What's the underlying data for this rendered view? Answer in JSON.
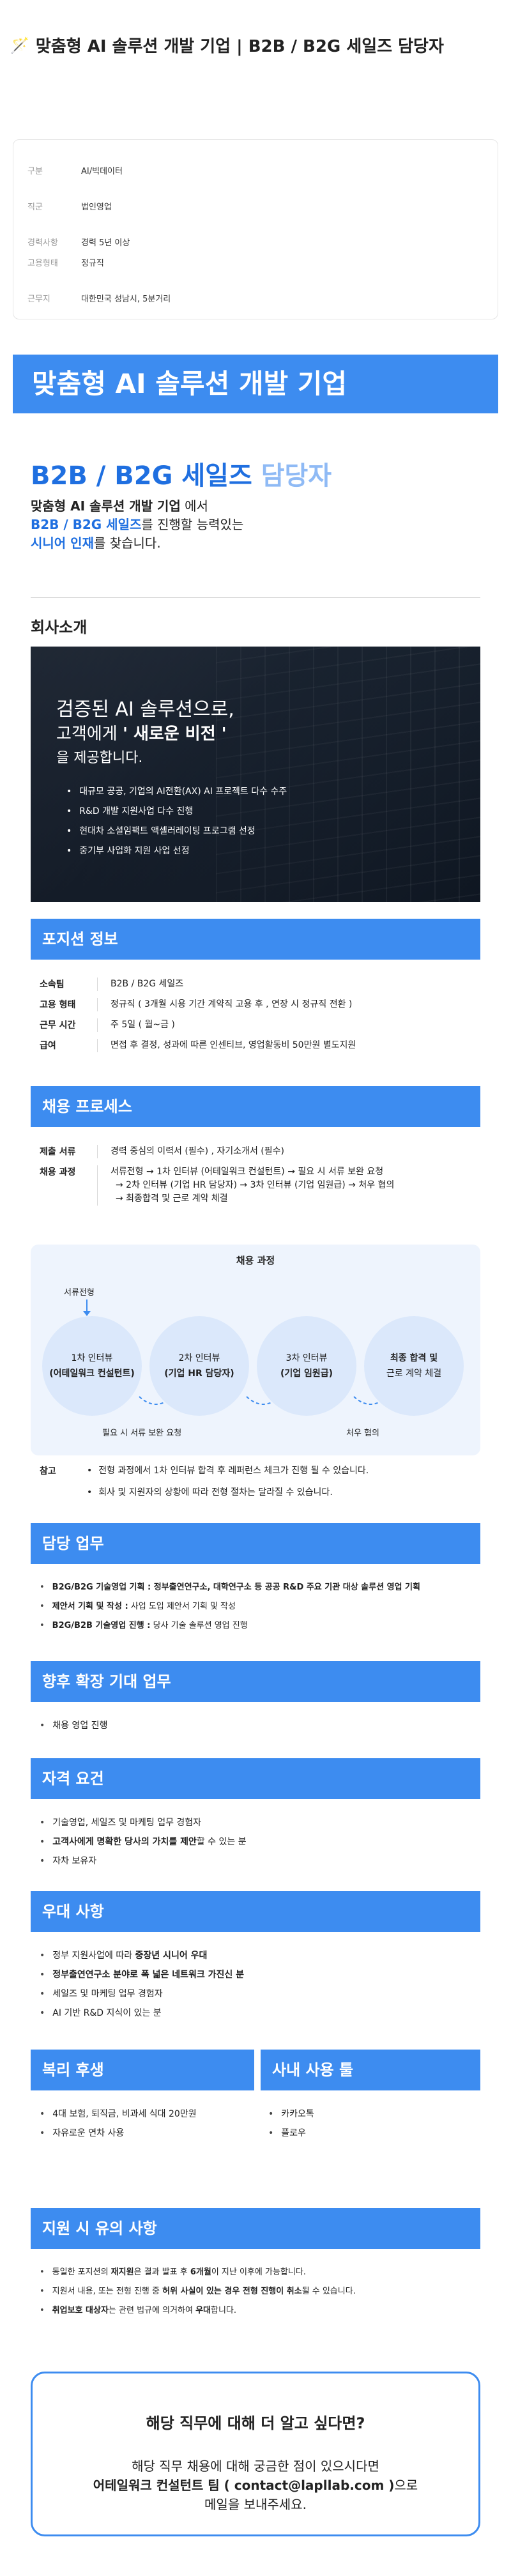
{
  "page_title": "맞춤형 AI 솔루션 개발 기업 | B2B / B2G 세일즈 담당자",
  "summary": [
    {
      "label": "구분",
      "value": "AI/빅데이터"
    },
    {
      "label": "직군",
      "value": "법인영업"
    },
    {
      "label": "경력사항",
      "value": "경력 5년 이상"
    },
    {
      "label": "고용형태",
      "value": "정규직"
    },
    {
      "label": "근무지",
      "value": "대한민국 성남시, 5분거리"
    }
  ],
  "hero": {
    "title": "맞춤형 AI 솔루션 개발 기업"
  },
  "role": {
    "title_main": "B2B / B2G 세일즈",
    "title_light": "담당자",
    "desc_line1_bold": "맞춤형 AI 솔루션 개발 기업",
    "desc_line1_rest": " 에서",
    "desc_line2_blue": "B2B / B2G 세일즈",
    "desc_line2_rest": "를 진행할 능력있는",
    "desc_line3_blue": "시니어 인재",
    "desc_line3_rest": "를 찾습니다."
  },
  "company": {
    "heading": "회사소개",
    "line1": "검증된 AI 솔루션으로,",
    "line2_pre": "고객에게 ",
    "line2_bold": "' 새로운 비전 '",
    "line3": "을 제공합니다.",
    "bullets": [
      "대규모 공공, 기업의 AI전환(AX) AI 프로젝트 다수 수주",
      "R&D 개발 지원사업 다수 진행",
      "현대차 소셜임팩트 액셀러레이팅 프로그램 선정",
      "중기부 사업화 지원 사업 선정"
    ]
  },
  "position": {
    "heading": "포지션 정보",
    "rows": [
      {
        "label": "소속팀",
        "value": "B2B / B2G 세일즈"
      },
      {
        "label": "고용 형태",
        "value": "정규직 ( 3개월 시용 기간 계약직 고용 후 , 연장 시 정규직 전환 )"
      },
      {
        "label": "근무 시간",
        "value": "주 5일 ( 월~금 )"
      },
      {
        "label": "급여",
        "value": "면접 후 결정, 성과에 따른 인센티브, 영업활동비 50만원 별도지원"
      }
    ]
  },
  "process": {
    "heading": "채용 프로세스",
    "docs_label": "제출 서류",
    "docs_value": "경력 중심의 이력서 (필수) , 자기소개서 (필수)",
    "steps_label": "채용 과정",
    "steps_line1": "서류전형 → 1차 인터뷰 (어테일워크 컨설턴트) → 필요 시 서류 보완 요청",
    "steps_line2": "→ 2차 인터뷰 (기업 HR 담당자) → 3차 인터뷰 (기업 임원급) → 처우 협의",
    "steps_line3": "→ 최종합격 및 근로 계약 체결",
    "diagram_title": "채용 과정",
    "start_label": "서류전형",
    "circles": [
      {
        "line1": "1차 인터뷰",
        "line2": "(어테일워크 컨설턴트)"
      },
      {
        "line1": "2차 인터뷰",
        "line2": "(기업 HR 담당자)"
      },
      {
        "line1": "3차 인터뷰",
        "line2": "(기업 임원급)"
      },
      {
        "line1": "최종 합격 및",
        "line2": "근로 계약 체결"
      }
    ],
    "between_label_1": "필요 시 서류 보완 요청",
    "between_label_2": "처우 협의",
    "note_label": "참고",
    "notes": [
      "전형 과정에서 1차 인터뷰 합격 후 레퍼런스 체크가 진행 될 수 있습니다.",
      "회사 및 지원자의 상황에 따라 전형 절차는 달라질 수 있습니다."
    ]
  },
  "duties": {
    "heading": "담당 업무",
    "items": [
      {
        "bold": "B2G/B2G 기술영업 기획 : 정부출연연구소, 대학연구소 등 공공 R&D 주요 기관 대상 솔루션 영업 기획",
        "rest": ""
      },
      {
        "bold": "제안서 기획 및 작성 :",
        "rest": " 사업 도입 제안서 기획 및 작성"
      },
      {
        "bold": "B2G/B2B 기술영업 진행 :",
        "rest": " 당사 기술 솔루션 영업 진행"
      }
    ]
  },
  "expansion": {
    "heading": "향후 확장 기대 업무",
    "items": [
      "채용 영업 진행"
    ]
  },
  "qualifications": {
    "heading": "자격 요건",
    "items": [
      {
        "bold": "",
        "rest": "기술영업, 세일즈 및 마케팅 업무 경험자"
      },
      {
        "bold": "고객사에게 명확한 당사의 가치를 제안",
        "rest": "할 수 있는 분"
      },
      {
        "bold": "",
        "rest": "자차 보유자"
      }
    ]
  },
  "preferred": {
    "heading": "우대 사항",
    "items": [
      {
        "pre": "정부 지원사업에 따라 ",
        "bold": "중장년 시니어 우대",
        "rest": ""
      },
      {
        "pre": "",
        "bold": "정부출연연구소 분야로 폭 넓은 네트워크 가진신 분",
        "rest": ""
      },
      {
        "pre": "세일즈 및 마케팅 업무 경험자",
        "bold": "",
        "rest": ""
      },
      {
        "pre": "AI 기반 R&D 지식이 있는 분",
        "bold": "",
        "rest": ""
      }
    ]
  },
  "benefits": {
    "heading": "복리 후생",
    "items": [
      "4대 보험, 퇴직금, 비과세 식대 20만원",
      "자유로운 연차 사용"
    ]
  },
  "tools": {
    "heading": "사내 사용 툴",
    "items": [
      "카카오톡",
      "플로우"
    ]
  },
  "notice": {
    "heading": "지원 시 유의 사항",
    "items": [
      {
        "pre": "동일한 포지션의 ",
        "b1": "재지원",
        "mid": "은 결과 발표 후 ",
        "b2": "6개월",
        "rest": "이 지난 이후에 가능합니다."
      },
      {
        "pre": "지원서 내용, 또는 전형 진행 중 ",
        "b1": "허위 사실이 있는 경우 전형 진행이 취소",
        "mid": "될 수 있습니다.",
        "b2": "",
        "rest": ""
      },
      {
        "pre": "",
        "b1": "취업보호 대상자",
        "mid": "는 관련 법규에 의거하여 ",
        "b2": "우대",
        "rest": "합니다."
      }
    ]
  },
  "contact": {
    "question": "해당 직무에 대해 더 알고 싶다면?",
    "line1": "해당 직무 채용에 대해 궁금한 점이 있으시다면",
    "line2_bold": "어테일워크 컨설턴트 팀 ( contact@lapllab.com )",
    "line2_rest": "으로",
    "line3": "메일을 보내주세요."
  }
}
